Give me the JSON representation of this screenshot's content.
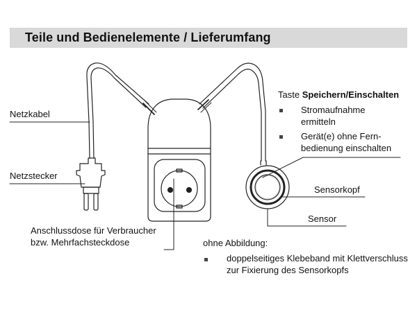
{
  "title": "Teile und Bedienelemente / Lieferumfang",
  "labels": {
    "netzkabel": "Netzkabel",
    "netzstecker": "Netzstecker",
    "anschlussdose_line1": "Anschlussdose für Verbraucher",
    "anschlussdose_line2": "bzw. Mehrfachsteckdose",
    "sensorkopf": "Sensorkopf",
    "sensor": "Sensor"
  },
  "button_info": {
    "prefix": "Taste ",
    "name": "Speichern/Einschalten",
    "functions": [
      {
        "line1": "Stromaufnahme",
        "line2": "ermitteln"
      },
      {
        "line1": "Gerät(e) ohne Fern-",
        "line2": "bedienung einschalten"
      }
    ]
  },
  "not_shown": {
    "heading": "ohne Abbildung:",
    "items": [
      {
        "line1": "doppelseitiges Klebeband mit Klettverschluss",
        "line2": "zur Fixierung des Sensorkopfs"
      }
    ]
  },
  "colors": {
    "header_background": "#d9d9d9",
    "line": "#222222",
    "bullet": "#444444"
  }
}
